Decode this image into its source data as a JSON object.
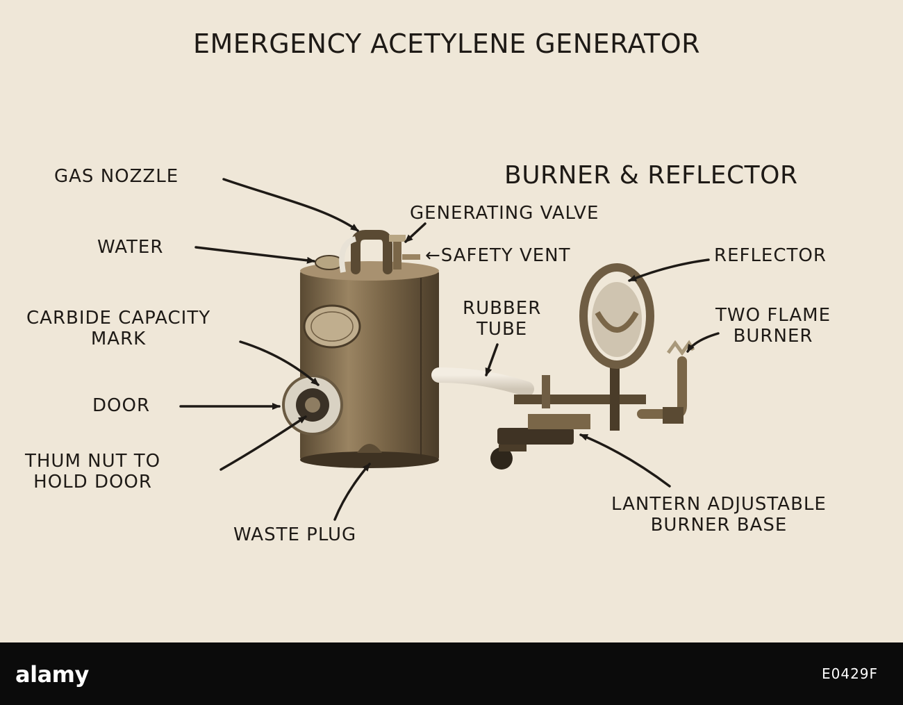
{
  "title": "EMERGENCY ACETYLENE GENERATOR",
  "section_heading": "BURNER & REFLECTOR",
  "labels": {
    "gas_nozzle": "GAS NOZZLE",
    "generating_valve": "GENERATING VALVE",
    "water": "WATER",
    "safety_vent": "←SAFETY VENT",
    "reflector": "REFLECTOR",
    "rubber_tube": "RUBBER\nTUBE",
    "carbide_capacity_mark": "CARBIDE CAPACITY\nMARK",
    "two_flame_burner": "TWO FLAME\nBURNER",
    "door": "DOOR",
    "thum_nut": "THUM NUT TO\nHOLD DOOR",
    "lantern_base": "LANTERN ADJUSTABLE\nBURNER BASE",
    "waste_plug": "WASTE PLUG"
  },
  "footer": {
    "logo": "alamy",
    "image_id": "E0429F"
  },
  "colors": {
    "paper": "#efe7d8",
    "ink": "#1e1a16",
    "brass": "#8a7452",
    "footer": "#0b0b0b"
  }
}
